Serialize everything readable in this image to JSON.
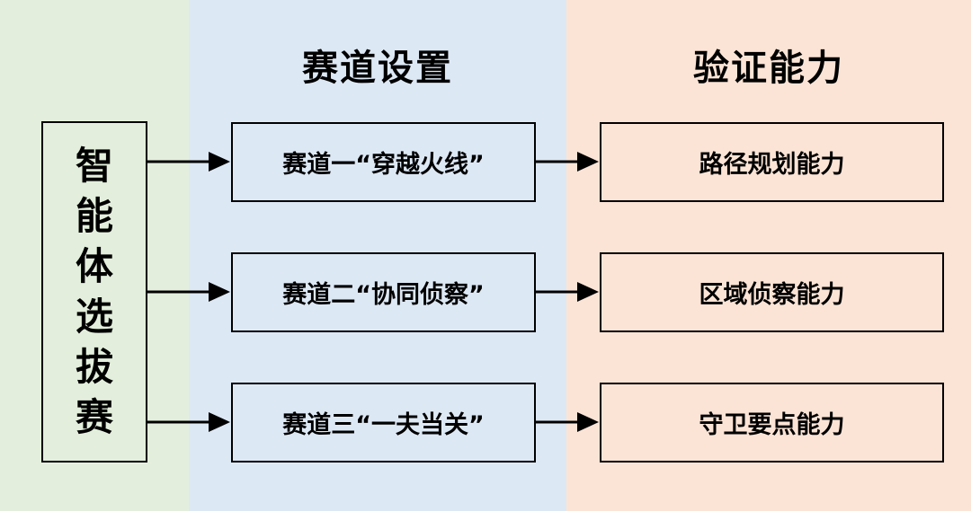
{
  "columns": {
    "track_setup_title": "赛道设置",
    "verify_title": "验证能力"
  },
  "main_event": {
    "chars": [
      "智",
      "能",
      "体",
      "选",
      "拔",
      "赛"
    ]
  },
  "tracks": [
    {
      "label": "赛道一“穿越火线”",
      "capability": "路径规划能力"
    },
    {
      "label": "赛道二“协同侦察”",
      "capability": "区域侦察能力"
    },
    {
      "label": "赛道三“一夫当关”",
      "capability": "守卫要点能力"
    }
  ],
  "colors": {
    "left_bg": "#e3efdc",
    "middle_bg": "#dde8f5",
    "right_bg": "#fbe4d6",
    "stroke": "#000000"
  }
}
